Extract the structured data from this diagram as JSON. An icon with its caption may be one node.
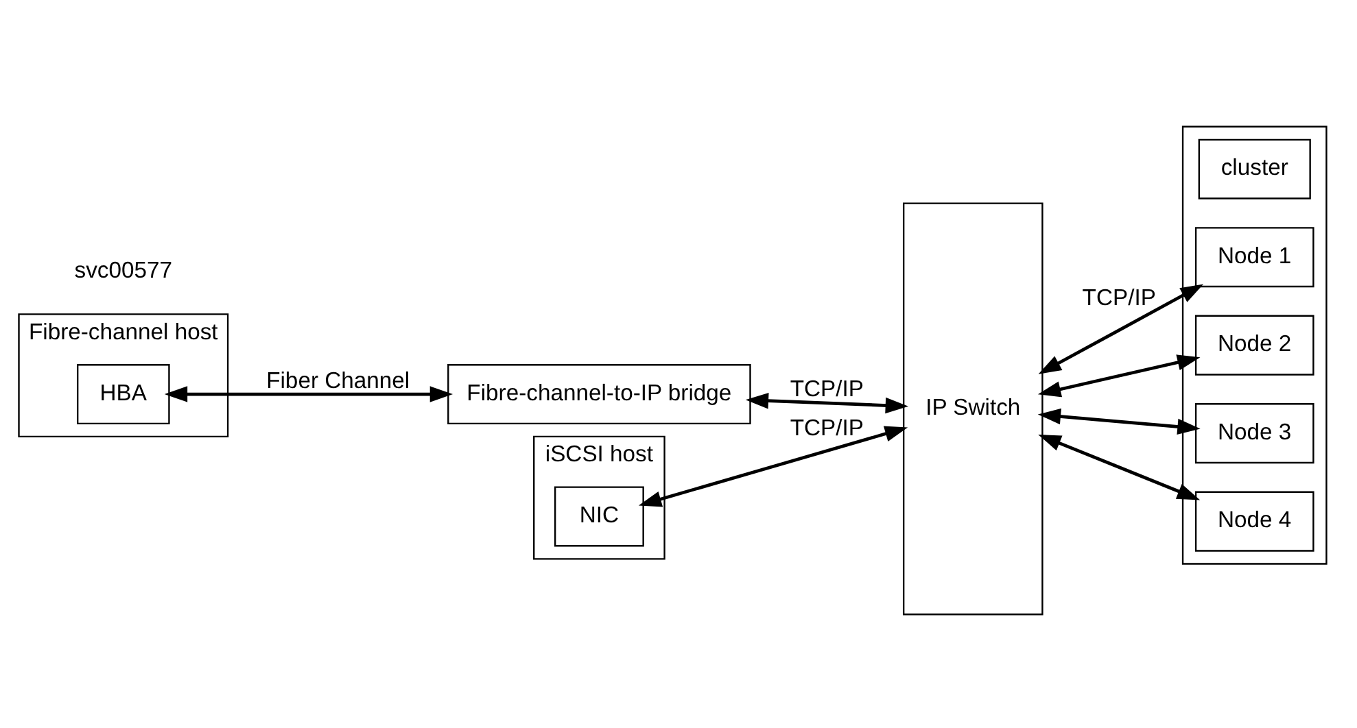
{
  "diagram": {
    "nodes": [
      {
        "text": [
          "Fibre-channel host"
        ]
      },
      {
        "text": [
          "HBA"
        ],
        "in": 0
      },
      {
        "text": [
          "Fibre-channel-to-IP bridge"
        ]
      },
      {
        "text": [
          "IP Switch"
        ]
      },
      {
        "text": [
          "iSCSI host"
        ]
      },
      {
        "text": [
          "NIC"
        ],
        "in": 4
      },
      {
        "text": [],
        "shape": "box"
      },
      {
        "text": [
          "cluster"
        ],
        "in": 6
      },
      {
        "text": [
          "Node 1"
        ],
        "in": 6
      },
      {
        "text": [
          "Node 2"
        ],
        "in": 6
      },
      {
        "text": [
          "Node 3"
        ],
        "in": 6
      },
      {
        "text": [
          "Node 4"
        ],
        "in": 6
      }
    ],
    "edges": [
      {
        "from": 1,
        "to": 2,
        "arrow": "both",
        "label": "Fiber Channel"
      },
      {
        "from": 2,
        "to": 3,
        "arrow": "both",
        "label": "TCP/IP"
      },
      {
        "from": 5,
        "to": 3,
        "arrow": "both",
        "label": "TCP/IP"
      },
      {
        "from": 3,
        "to": 8,
        "arrow": "both",
        "label": "TCP/IP"
      },
      {
        "from": 3,
        "to": 9,
        "arrow": "both"
      },
      {
        "from": 3,
        "to": 10,
        "arrow": "both"
      },
      {
        "from": 3,
        "to": 11,
        "arrow": "both"
      }
    ],
    "labels": [
      "svc00577"
    ]
  }
}
